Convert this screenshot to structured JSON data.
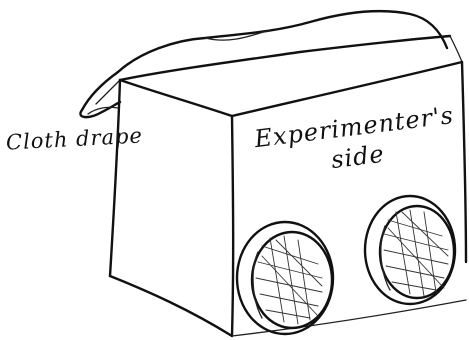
{
  "labels": {
    "drape": "Cloth drape",
    "side_line1": "Experimenter's",
    "side_line2": "side"
  },
  "colors": {
    "ink": "#111111",
    "paper": "#ffffff"
  },
  "objects": [
    "box",
    "cloth-drape",
    "viewing-port-left",
    "viewing-port-right"
  ]
}
